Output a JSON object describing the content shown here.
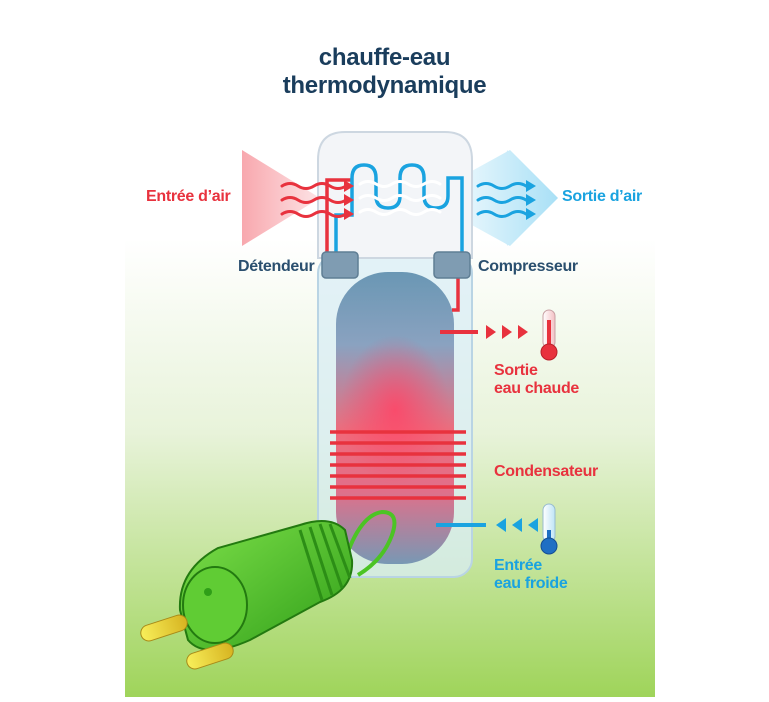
{
  "title": {
    "line1": "chauffe-eau",
    "line2": "thermodynamique"
  },
  "labels": {
    "air_in": "Entrée d’air",
    "air_out": "Sortie d’air",
    "expansion_valve": "Détendeur",
    "compressor": "Compresseur",
    "hot_out_line1": "Sortie",
    "hot_out_line2": "eau chaude",
    "condenser": "Condensateur",
    "cold_in_line1": "Entrée",
    "cold_in_line2": "eau froide"
  },
  "icons": {
    "hot_thermometer": "thermometer-hot-icon",
    "cold_thermometer": "thermometer-cold-icon",
    "plug": "power-plug-icon"
  },
  "colors": {
    "hot": "#e8323e",
    "cold": "#1aa3e0",
    "title": "#1a3d5c",
    "plug": "#4cc424",
    "background_bottom": "#9fd45a"
  }
}
